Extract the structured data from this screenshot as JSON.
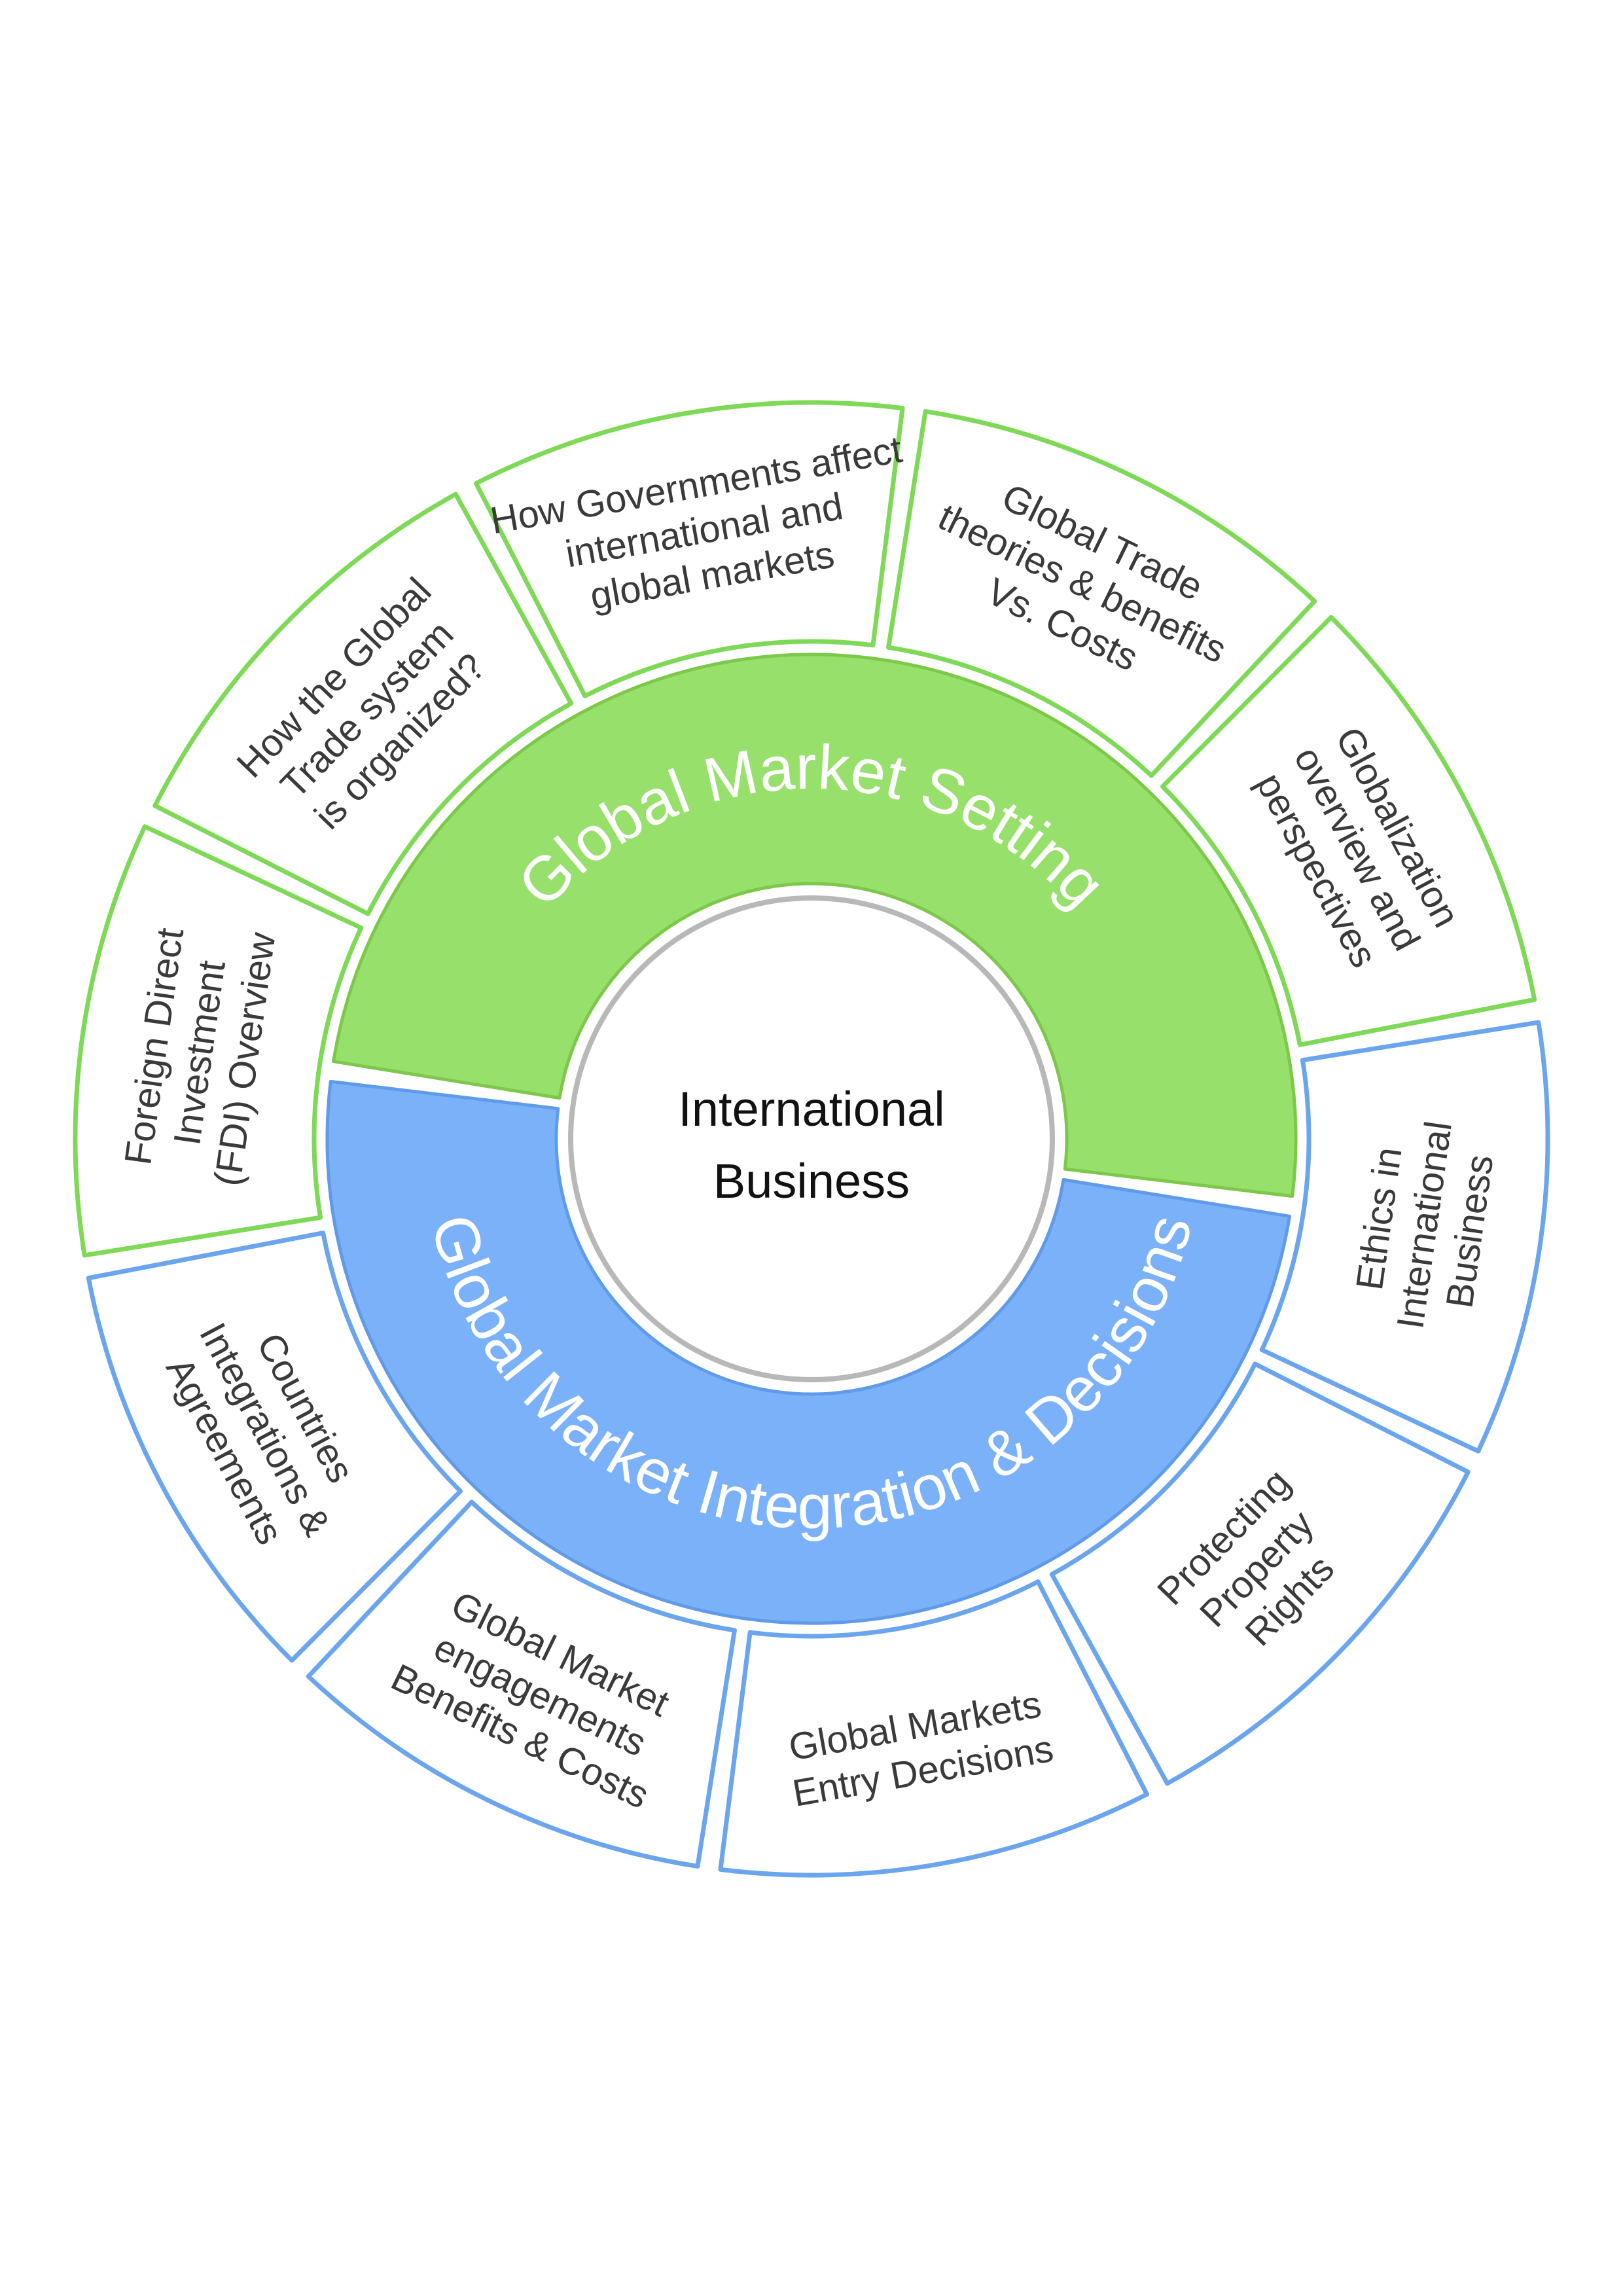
{
  "center": {
    "lines": [
      "International",
      "Business"
    ]
  },
  "bands": [
    {
      "label": "Global Market Setting",
      "color": "#97e06b",
      "stroke": "#7cc94a"
    },
    {
      "label": "Global Market Integration & Decisions",
      "color": "#7ab1f8",
      "stroke": "#5f9be8"
    }
  ],
  "segments": [
    {
      "group": 0,
      "lines": [
        "Foreign Direct",
        "Investment",
        "(FDI) Overview"
      ]
    },
    {
      "group": 0,
      "lines": [
        "How the Global",
        "Trade system",
        "is organized?"
      ]
    },
    {
      "group": 0,
      "lines": [
        "How Governments affect",
        "international and",
        "global markets"
      ]
    },
    {
      "group": 0,
      "lines": [
        "Global Trade",
        "theories & benefits",
        "Vs. Costs"
      ]
    },
    {
      "group": 0,
      "lines": [
        "Globalization",
        "overview and",
        "perspectives"
      ]
    },
    {
      "group": 1,
      "lines": [
        "Ethics in",
        "International",
        "Business"
      ]
    },
    {
      "group": 1,
      "lines": [
        "Protecting",
        "Property",
        "Rights"
      ]
    },
    {
      "group": 1,
      "lines": [
        "Global Markets",
        "Entry Decisions"
      ]
    },
    {
      "group": 1,
      "lines": [
        "Global Market",
        "engagements",
        "Benefits & Costs"
      ]
    },
    {
      "group": 1,
      "lines": [
        "Countries",
        "Integrations &",
        "Agreements"
      ]
    }
  ],
  "colors": {
    "green_border": "#7ed957",
    "blue_border": "#6aa5ee",
    "center_border": "#b8b8b8"
  }
}
